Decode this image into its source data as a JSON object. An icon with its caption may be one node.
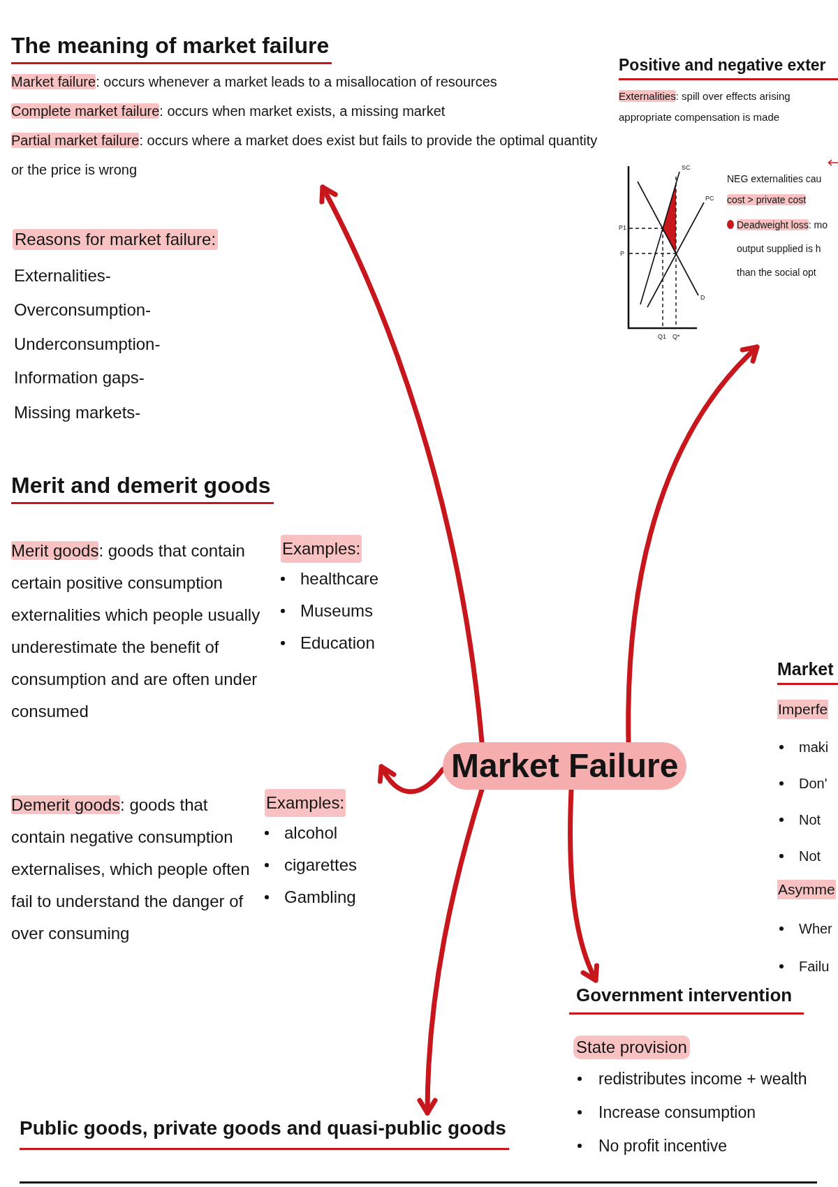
{
  "diagram": {
    "nodes": [
      {
        "text": [
          "The meaning of market failure",
          "**Market failure**: occurs whenever a market leads to a misallocation of resources",
          "**Complete market failure**: occurs when market exists, a missing market",
          "**Partial market failure**: occurs where a market does exist but fails to provide the optimal quantity or the price is wrong"
        ]
      },
      {
        "text": [
          "Positive and negative exter",
          "**Externalities**: spill over effects arising appropriate compensation is made",
          "NEG externalities cau **cost > private cost**",
          "**Deadweight loss**: mo output supplied is h than the social opt"
        ]
      },
      {
        "text": [
          "Merit and demerit goods",
          "**Merit goods**: goods that contain certain positive consumption externalities which people usually underestimate the benefit of consumption and are often under consumed",
          "Examples:",
          "healthcare",
          "Museums",
          "Education",
          "**Demerit goods**: goods that contain negative consumption externalises, which people often fail to understand the danger of over consuming",
          "Examples:",
          "alcohol",
          "cigarettes",
          "Gambling"
        ]
      },
      {
        "text": [
          "Market Failure"
        ]
      },
      {
        "text": [
          "Government intervention",
          "State provision",
          "redistributes income + wealth",
          "Increase consumption",
          "No profit incentive"
        ]
      },
      {
        "text": [
          "Public goods, private goods and quasi-public goods"
        ]
      }
    ],
    "edges": [
      {
        "from": 3,
        "to": 0,
        "arrow": "to"
      },
      {
        "from": 3,
        "to": 1,
        "arrow": "to"
      },
      {
        "from": 3,
        "to": 2,
        "arrow": "to"
      },
      {
        "from": 3,
        "to": 5,
        "arrow": "to"
      },
      {
        "from": 3,
        "to": 4,
        "arrow": "to"
      }
    ],
    "labels": [
      "Reasons for market failure:",
      "Externalities-",
      "Overconsumption-",
      "Underconsumption-",
      "Information gaps-",
      "Missing markets-",
      "SC",
      "PC",
      "P1",
      "P",
      "D",
      "Q1",
      "Q*",
      "Market",
      "Imperfe",
      "maki",
      "Don'",
      "Not",
      "Not",
      "Asymme",
      "Wher",
      "Failu"
    ]
  }
}
